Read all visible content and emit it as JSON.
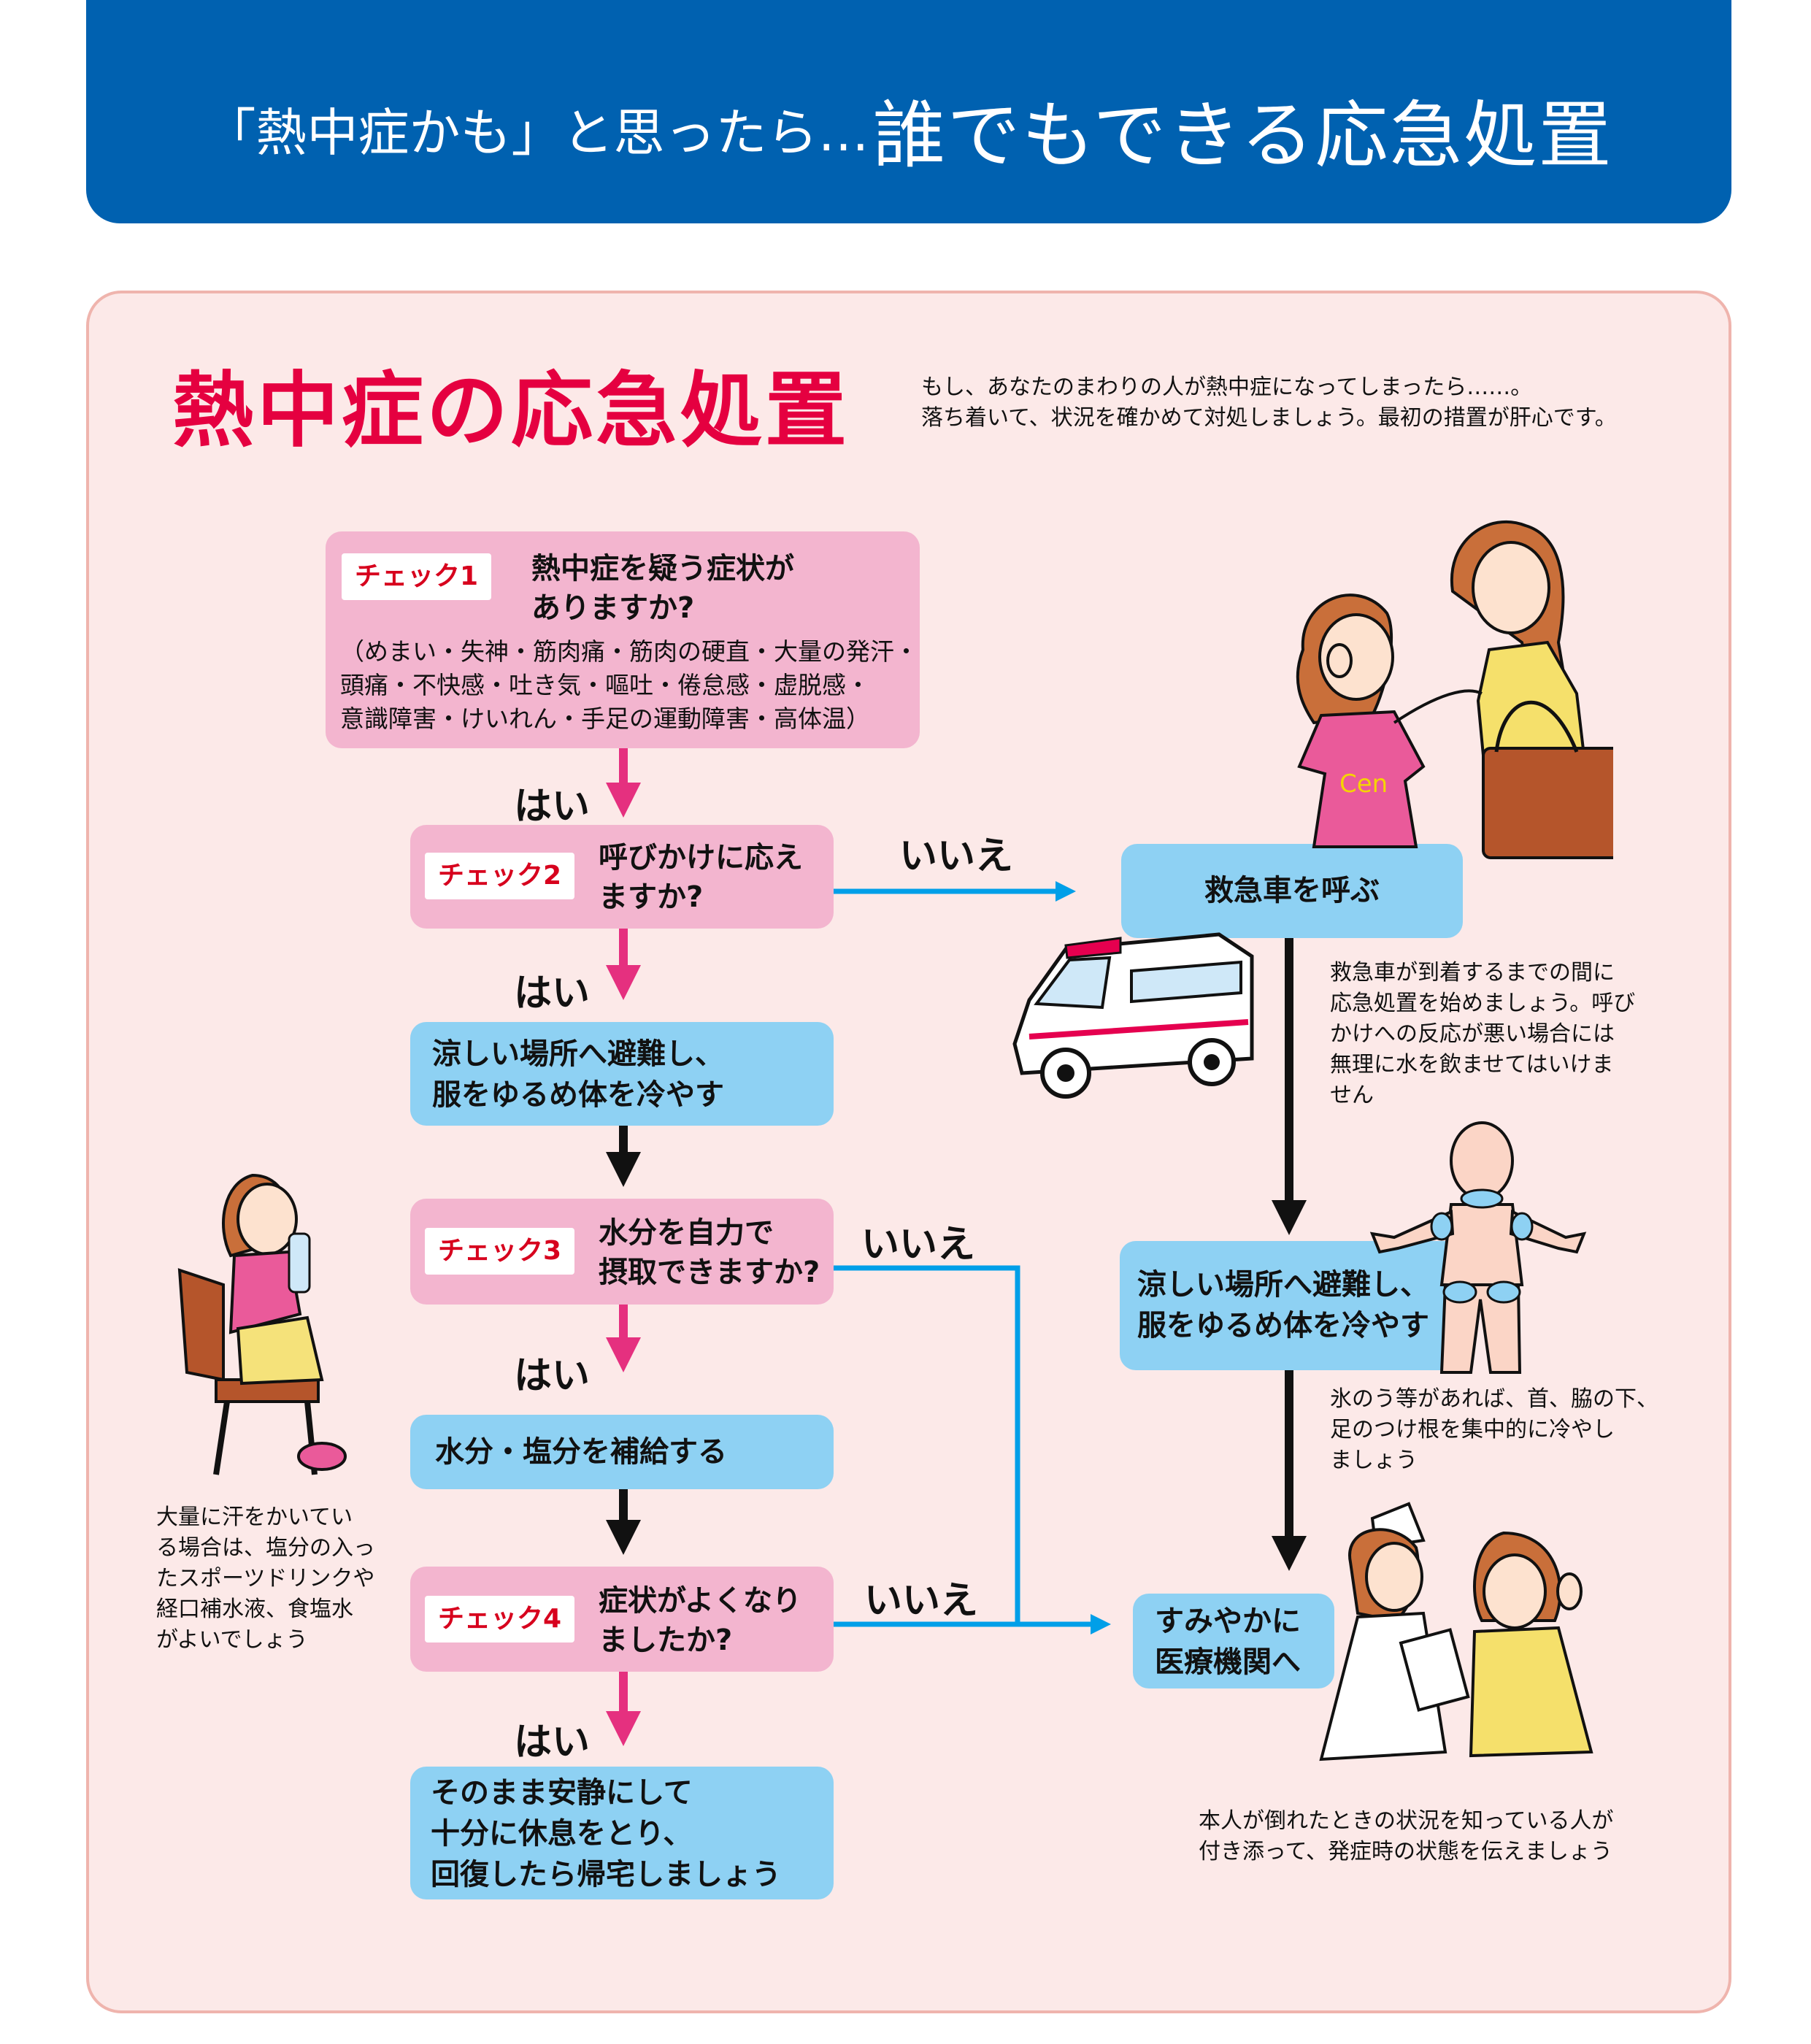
{
  "banner": {
    "pre": "「熱中症かも」と思ったら…",
    "main": "誰でもできる応急処置"
  },
  "title": "熱中症の応急処置",
  "intro": [
    "もし、あなたのまわりの人が熱中症になってしまったら……。",
    "落ち着いて、状況を確かめて対処しましょう。最初の措置が肝心です。"
  ],
  "check1": {
    "badge": "チェック1",
    "question": [
      "熱中症を疑う症状が",
      "ありますか?"
    ],
    "symptoms": [
      "（めまい・失神・筋肉痛・筋肉の硬直・大量の発汗・",
      "頭痛・不快感・吐き気・嘔吐・倦怠感・虚脱感・",
      "意識障害・けいれん・手足の運動障害・高体温）"
    ]
  },
  "check2": {
    "badge": "チェック2",
    "question": [
      "呼びかけに応え",
      "ますか?"
    ]
  },
  "check3": {
    "badge": "チェック3",
    "question": [
      "水分を自力で",
      "摂取できますか?"
    ]
  },
  "check4": {
    "badge": "チェック4",
    "question": [
      "症状がよくなり",
      "ましたか?"
    ]
  },
  "actions": {
    "cool_left": [
      "涼しい場所へ避難し、",
      "服をゆるめ体を冷やす"
    ],
    "hydrate": "水分・塩分を補給する",
    "rest": [
      "そのまま安静にして",
      "十分に休息をとり、",
      "回復したら帰宅しましょう"
    ],
    "ambulance": "救急車を呼ぶ",
    "cool_right": [
      "涼しい場所へ避難し、",
      "服をゆるめ体を冷やす"
    ],
    "hospital": [
      "すみやかに",
      "医療機関へ"
    ]
  },
  "labels": {
    "yes": "はい",
    "no": "いいえ"
  },
  "notes": {
    "ambulance": [
      "救急車が到着するまでの間に",
      "応急処置を始めましょう。呼び",
      "かけへの反応が悪い場合には",
      "無理に水を飲ませてはいけま",
      "せん"
    ],
    "ice": [
      "氷のう等があれば、首、脇の下、",
      "足のつけ根を集中的に冷やし",
      "ましょう"
    ],
    "sweat": [
      "大量に汗をかいてい",
      "る場合は、塩分の入っ",
      "たスポーツドリンクや",
      "経口補水液、食塩水",
      "がよいでしょう"
    ],
    "hospital": [
      "本人が倒れたときの状況を知っている人が",
      "付き添って、発症時の状態を伝えましょう"
    ]
  },
  "colors": {
    "banner": "#0061b0",
    "title": "#e50040",
    "pink_box": "#f3b5cf",
    "blue_box": "#8ed1f3",
    "pink_arrow": "#e5307f",
    "blue_arrow": "#009fe8",
    "panel": "#fce9e8"
  }
}
